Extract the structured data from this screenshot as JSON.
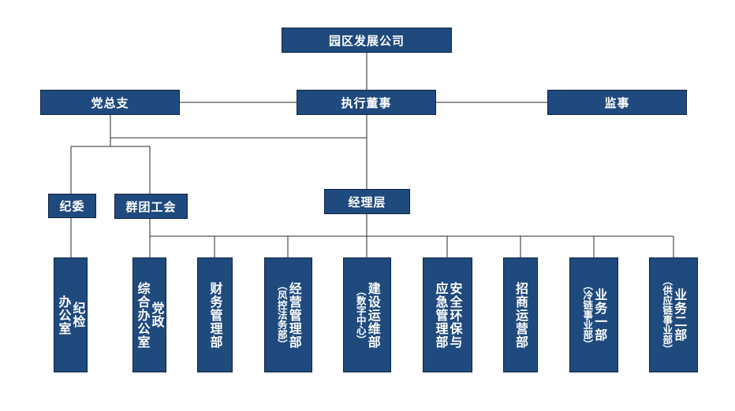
{
  "nodes": {
    "root": "园区发展公司",
    "party_branch": "党总支",
    "executive_director": "执行董事",
    "supervisor": "监事",
    "discipline_committee": "纪委",
    "mass_union": "群团工会",
    "management": "经理层"
  },
  "departments": [
    {
      "lines": [
        "纪检",
        "办公室"
      ]
    },
    {
      "lines": [
        "党政",
        "综合办公室"
      ]
    },
    {
      "lines": [
        "财务管理部"
      ]
    },
    {
      "lines": [
        "经营管理部",
        "（风控法务部）"
      ]
    },
    {
      "lines": [
        "建设运维部",
        "（数字中心）"
      ]
    },
    {
      "lines": [
        "安全环保与",
        "应急管理部"
      ]
    },
    {
      "lines": [
        "招商运营部"
      ]
    },
    {
      "lines": [
        "业务一部",
        "（冷链事业部）"
      ]
    },
    {
      "lines": [
        "业务二部",
        "（供应链事业部）"
      ]
    }
  ],
  "colors": {
    "box_fill": "#1f4a7e",
    "box_border": "#0e2440",
    "text": "#ffffff",
    "connector": "#2a2a2a"
  }
}
